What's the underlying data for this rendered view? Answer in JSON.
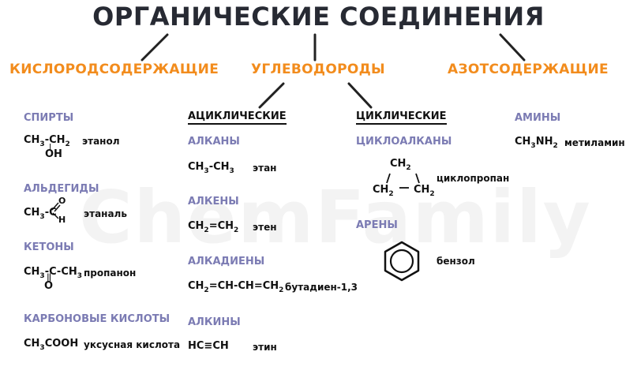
{
  "title": "ОРГАНИЧЕСКИЕ СОЕДИНЕНИЯ",
  "watermark": "ChemFamily",
  "categories": {
    "oxygen": "КИСЛОРОДСОДЕРЖАЩИЕ",
    "hydrocarbons": "УГЛЕВОДОРОДЫ",
    "nitrogen": "АЗОТСОДЕРЖАЩИЕ"
  },
  "branches": {
    "acyclic": "АЦИКЛИЧЕСКИЕ",
    "cyclic": "ЦИКЛИЧЕСКИЕ"
  },
  "oxygen_groups": {
    "alcohols": {
      "label": "СПИРТЫ",
      "f1": "CH",
      "s1": "3",
      "f2": "-CH",
      "s2": "2",
      "oh": "OH",
      "name": "этанол"
    },
    "aldehydes": {
      "label": "АЛЬДЕГИДЫ",
      "f1": "CH",
      "s1": "3",
      "f2": "-C",
      "o": "O",
      "h": "H",
      "name": "этаналь"
    },
    "ketones": {
      "label": "КЕТОНЫ",
      "f1": "CH",
      "s1": "3",
      "f2": "-C-CH",
      "s2": "3",
      "o": "O",
      "name": "пропанон"
    },
    "acids": {
      "label": "КАРБОНОВЫЕ КИСЛОТЫ",
      "f1": "CH",
      "s1": "3",
      "f2": "COOH",
      "name": "уксусная кислота"
    }
  },
  "acyclic_groups": {
    "alkanes": {
      "label": "АЛКАНЫ",
      "f1": "CH",
      "s1": "3",
      "f2": "-CH",
      "s2": "3",
      "name": "этан"
    },
    "alkenes": {
      "label": "АЛКЕНЫ",
      "f1": "CH",
      "s1": "2",
      "f2": "=CH",
      "s2": "2",
      "name": "этен"
    },
    "alkadienes": {
      "label": "АЛКАДИЕНЫ",
      "f1": "CH",
      "s1": "2",
      "f2": "=CH-CH=CH",
      "s2": "2",
      "name": "бутадиен-1,3"
    },
    "alkynes": {
      "label": "АЛКИНЫ",
      "f1": "HC≡CH",
      "name": "этин"
    }
  },
  "cyclic_groups": {
    "cycloalkanes": {
      "label": "ЦИКЛОАЛКАНЫ",
      "top": "CH",
      "top_s": "2",
      "left": "CH",
      "left_s": "2",
      "right": "CH",
      "right_s": "2",
      "name": "циклопропан"
    },
    "arenes": {
      "label": "АРЕНЫ",
      "name": "бензол"
    }
  },
  "nitrogen_groups": {
    "amines": {
      "label": "АМИНЫ",
      "f1": "CH",
      "s1": "3",
      "f2": "NH",
      "s2": "2",
      "name": "метиламин"
    }
  },
  "colors": {
    "title": "#272a33",
    "category": "#f28c1d",
    "subclass": "#7b7bb3",
    "text": "#111111"
  }
}
